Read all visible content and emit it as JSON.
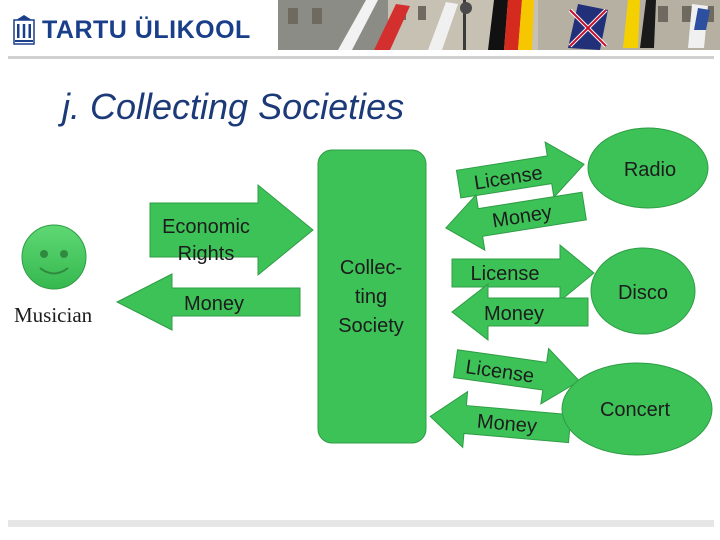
{
  "header": {
    "logo_text": "TARTU ÜLIKOOL"
  },
  "slide": {
    "title": "j. Collecting Societies"
  },
  "diagram": {
    "musician_label": "Musician",
    "economic_rights_label_line1": "Economic",
    "economic_rights_label_line2": "Rights",
    "money_to_musician_label": "Money",
    "society_label_line1": "Collec-",
    "society_label_line2": "ting",
    "society_label_line3": "Society",
    "radio": {
      "license": "License",
      "money": "Money",
      "name": "Radio"
    },
    "disco": {
      "license": "License",
      "money": "Money",
      "name": "Disco"
    },
    "concert": {
      "license": "License",
      "money": "Money",
      "name": "Concert"
    }
  },
  "colors": {
    "green": "#3cc257",
    "green_dark": "#2f9c45",
    "title_blue": "#1c3a78",
    "logo_blue": "#1a3f8a"
  }
}
